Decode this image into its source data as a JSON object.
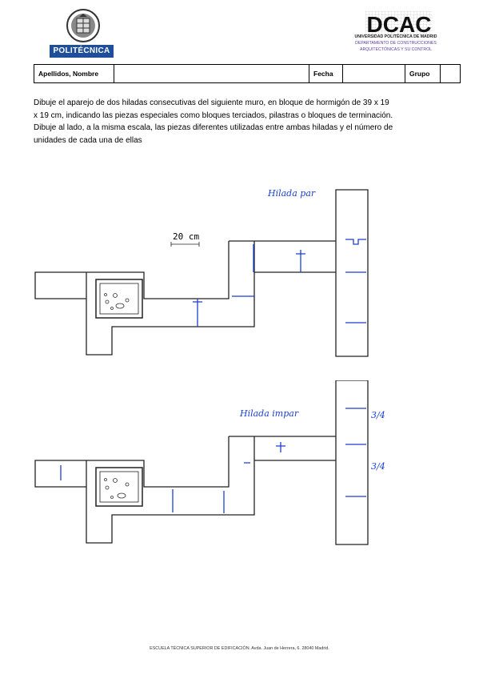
{
  "header": {
    "upm": {
      "logo_icon": "upm-seal-icon",
      "name": "POLITÉCNICA",
      "brand_color": "#1f4e9a"
    },
    "dcac": {
      "logo_text": "DCAC",
      "university": "UNIVERSIDAD POLITÉCNICA DE MADRID",
      "department_1": "DEPARTAMENTO DE CONSTRUCCIONES",
      "department_2": "ARQUITECTÓNICAS Y SU CONTROL",
      "accent_color": "#5b3fa8"
    }
  },
  "form": {
    "name_label": "Apellidos, Nombre",
    "date_label": "Fecha",
    "group_label": "Grupo"
  },
  "instructions": {
    "line1": "Dibuje el aparejo de dos hiladas consecutivas del siguiente muro, en bloque de hormigón de 39 x 19",
    "line2": "x 19 cm, indicando las piezas especiales como bloques terciados, pilastras o bloques de terminación.",
    "line3": "Dibuje al lado, a la misma escala, las piezas diferentes utilizadas entre ambas hiladas y el número de",
    "line4": "unidades de cada una de ellas"
  },
  "drawings": {
    "scale_label": "20 cm",
    "course_odd_note": "Hilada par",
    "course_even_note": "Hilada impar",
    "annotation_1": "3/4",
    "annotation_2": "3/4",
    "pen_color": "#1a3fd0"
  },
  "footer": {
    "text": "ESCUELA TÉCNICA SUPERIOR DE EDIFICACIÓN. Avda. Juan de Herrera, 6. 28040 Madrid."
  }
}
